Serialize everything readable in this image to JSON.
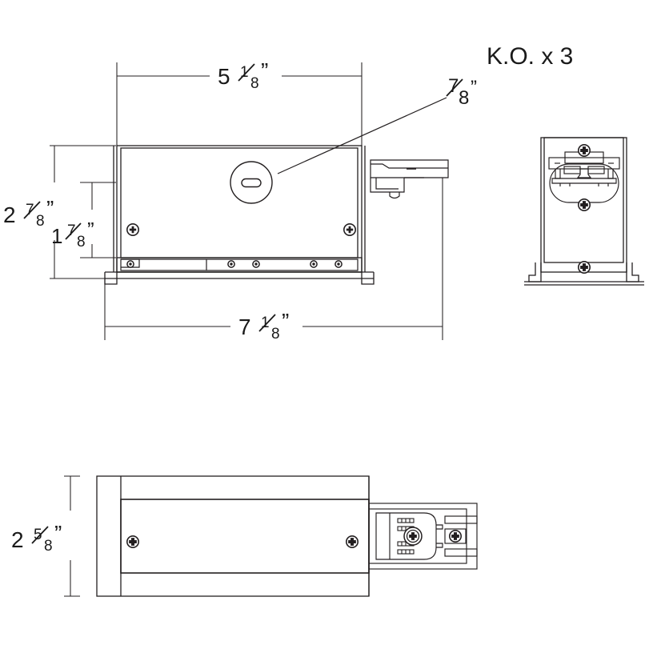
{
  "document": {
    "type": "technical-drawing",
    "title": "",
    "background_color": "#ffffff",
    "line_color": "#231f20",
    "text_color": "#1a1a1a"
  },
  "annotations": {
    "knockout_note": "K.O. x 3",
    "knockout_size": {
      "whole": "",
      "numerator": "7",
      "denominator": "8",
      "unit": "”",
      "full": "7⁄8”"
    }
  },
  "dimensions": {
    "front_width_inner": {
      "whole": "5",
      "numerator": "1",
      "denominator": "8",
      "unit": "”",
      "full": "5 1⁄8”"
    },
    "front_height_overall": {
      "whole": "2",
      "numerator": "7",
      "denominator": "8",
      "unit": "”",
      "full": "2 7⁄8”"
    },
    "front_height_inner": {
      "whole": "1",
      "numerator": "7",
      "denominator": "8",
      "unit": "”",
      "full": "1 7⁄8”"
    },
    "front_width_overall": {
      "whole": "7",
      "numerator": "1",
      "denominator": "8",
      "unit": "”",
      "full": "7 1⁄8”"
    },
    "plan_depth": {
      "whole": "2",
      "numerator": "5",
      "denominator": "8",
      "unit": "”",
      "full": "2 5⁄8”"
    }
  },
  "views": {
    "front_elevation": {
      "name": "front-elevation-view",
      "knockout_count": 1,
      "screw_count": 2,
      "mounting_hole_count": 5
    },
    "end_elevation": {
      "name": "end-elevation-view",
      "screw_count": 3
    },
    "plan": {
      "name": "plan-view",
      "screw_count": 4
    }
  }
}
